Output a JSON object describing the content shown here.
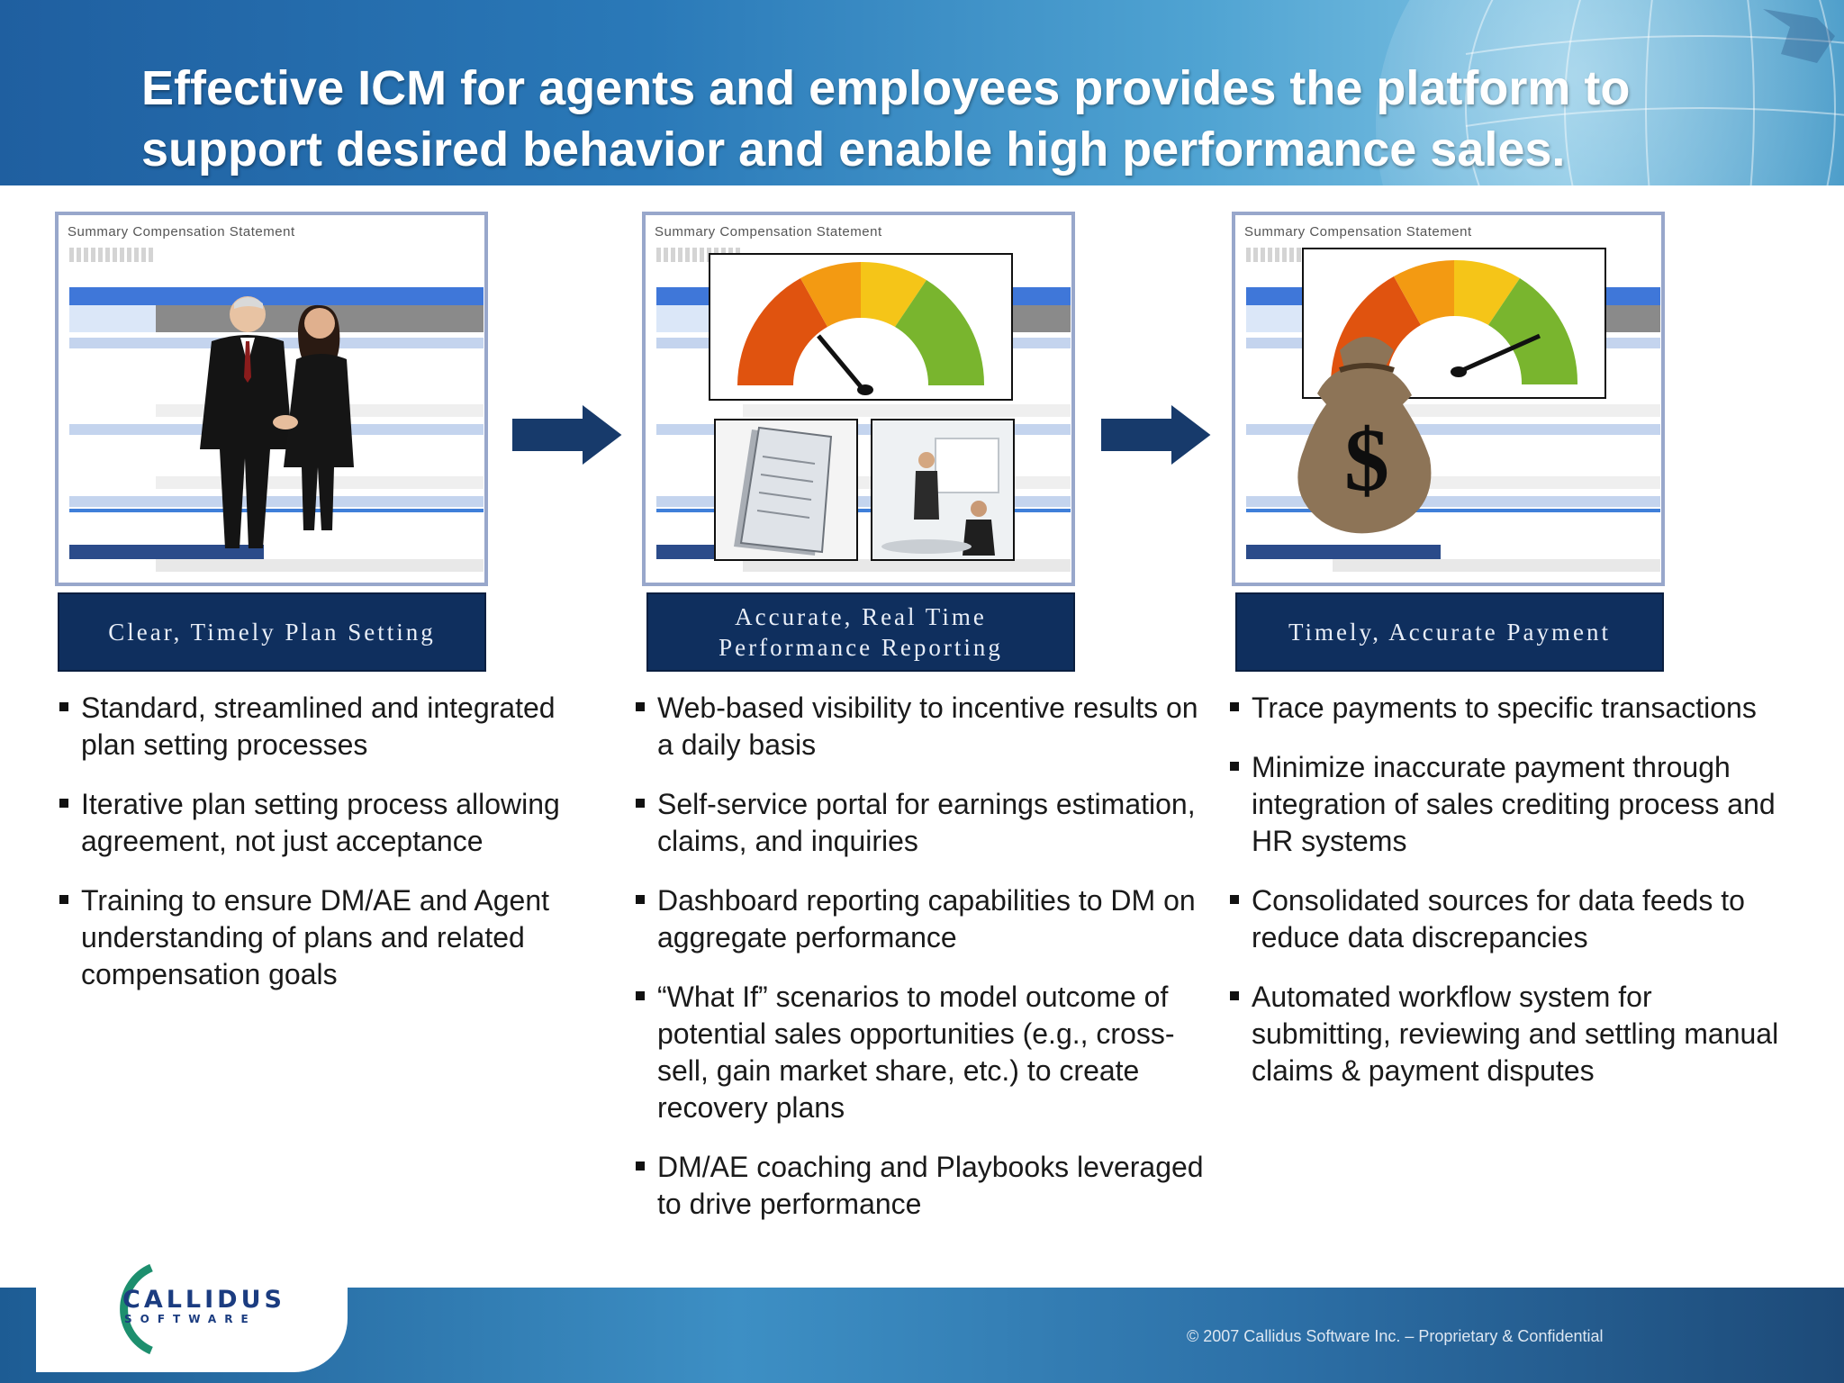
{
  "header": {
    "title_line1": "Effective ICM for agents and employees provides the platform to",
    "title_line2": "support desired behavior and enable high performance sales."
  },
  "panels": [
    {
      "label": "Clear, Timely Plan Setting",
      "illustration": "two-businesspeople-shaking-hands",
      "bullets": [
        "Standard, streamlined and integrated plan setting processes",
        "Iterative plan setting process allowing agreement, not just acceptance",
        "Training to ensure DM/AE and Agent understanding of plans and related compensation goals"
      ]
    },
    {
      "label": "Accurate, Real Time\nPerformance Reporting",
      "illustration": "gauge-report-and-presentation",
      "bullets": [
        "Web-based visibility to incentive results on a daily basis",
        "Self-service portal for earnings estimation, claims, and inquiries",
        "Dashboard reporting capabilities to DM on aggregate performance",
        "“What If” scenarios to model outcome of potential sales opportunities (e.g., cross-sell, gain market share, etc.) to create recovery plans",
        "DM/AE coaching and Playbooks leveraged to drive performance"
      ]
    },
    {
      "label": "Timely, Accurate Payment",
      "illustration": "gauge-and-money-bag",
      "bullets": [
        "Trace payments to specific transactions",
        "Minimize inaccurate payment through integration of sales crediting process and HR systems",
        "Consolidated sources for data feeds to reduce data discrepancies",
        "Automated workflow system for submitting, reviewing and settling manual claims & payment disputes"
      ]
    }
  ],
  "statement_title": "Summary Compensation Statement",
  "colors": {
    "label_bg": "#0f2f5e",
    "arrow": "#173a6b",
    "panel_border": "#98a7cb"
  },
  "footer": {
    "logo_main": "CALLIDUS",
    "logo_sub": "SOFTWARE",
    "copyright": "© 2007 Callidus Software Inc. – Proprietary & Confidential"
  }
}
